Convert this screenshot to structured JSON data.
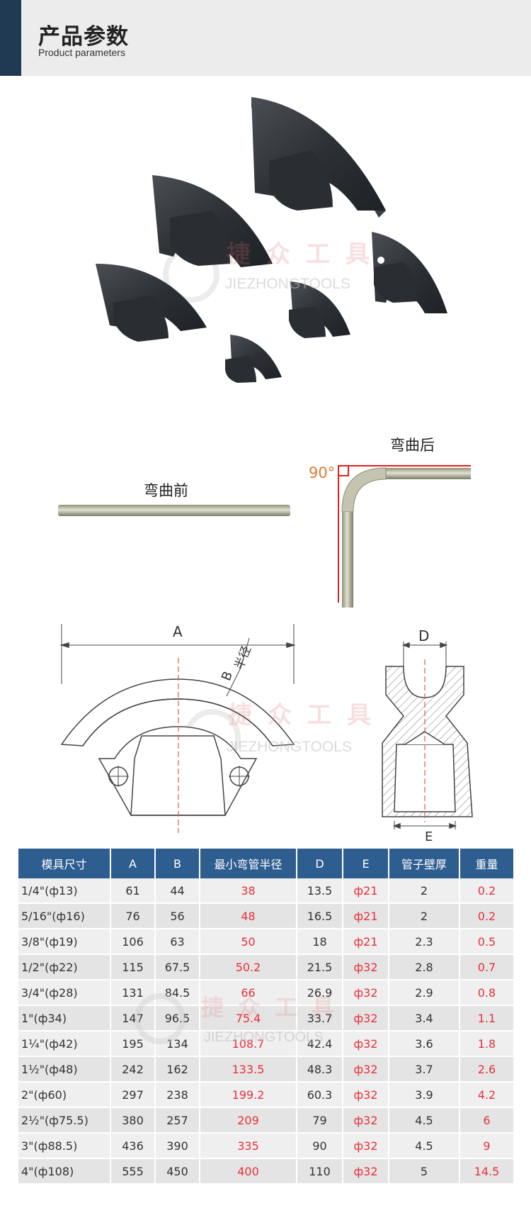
{
  "header": {
    "title": "产品参数",
    "subtitle": "Product parameters"
  },
  "watermark": {
    "cn": "捷众工具",
    "en": "JIEZHONGTOOLS"
  },
  "bending": {
    "before_label": "弯曲前",
    "after_label": "弯曲后",
    "angle_label": "90°"
  },
  "diagram": {
    "label_a": "A",
    "label_b": "B",
    "label_radius": "半径",
    "label_d": "D",
    "label_e": "E"
  },
  "table": {
    "headers": [
      "模具尺寸",
      "A",
      "B",
      "最小弯管半径",
      "D",
      "E",
      "管子壁厚",
      "重量"
    ],
    "rows": [
      [
        "1/4\"(ф13)",
        "61",
        "44",
        "38",
        "13.5",
        "ф21",
        "2",
        "0.2"
      ],
      [
        "5/16\"(ф16)",
        "76",
        "56",
        "48",
        "16.5",
        "ф21",
        "2",
        "0.2"
      ],
      [
        "3/8\"(ф19)",
        "106",
        "63",
        "50",
        "18",
        "ф21",
        "2.3",
        "0.5"
      ],
      [
        "1/2\"(ф22)",
        "115",
        "67.5",
        "50.2",
        "21.5",
        "ф32",
        "2.8",
        "0.7"
      ],
      [
        "3/4\"(ф28)",
        "131",
        "84.5",
        "66",
        "26.9",
        "ф32",
        "2.9",
        "0.8"
      ],
      [
        "1\"(ф34)",
        "147",
        "96.5",
        "75.4",
        "33.7",
        "ф32",
        "3.4",
        "1.1"
      ],
      [
        "1¼\"(ф42)",
        "195",
        "134",
        "108.7",
        "42.4",
        "ф32",
        "3.6",
        "1.8"
      ],
      [
        "1½\"(ф48)",
        "242",
        "162",
        "133.5",
        "48.3",
        "ф32",
        "3.7",
        "2.6"
      ],
      [
        "2\"(ф60)",
        "297",
        "238",
        "199.2",
        "60.3",
        "ф32",
        "3.9",
        "4.2"
      ],
      [
        "2½\"(ф75.5)",
        "380",
        "257",
        "209",
        "79",
        "ф32",
        "4.5",
        "6"
      ],
      [
        "3\"(ф88.5)",
        "436",
        "390",
        "335",
        "90",
        "ф32",
        "4.5",
        "9"
      ],
      [
        "4\"(ф108)",
        "555",
        "450",
        "400",
        "110",
        "ф32",
        "5",
        "14.5"
      ]
    ]
  },
  "colors": {
    "header_accent": "#213a54",
    "table_header": "#2e5d90",
    "highlight_red": "#e8303a",
    "angle_orange": "#e07a2e"
  }
}
